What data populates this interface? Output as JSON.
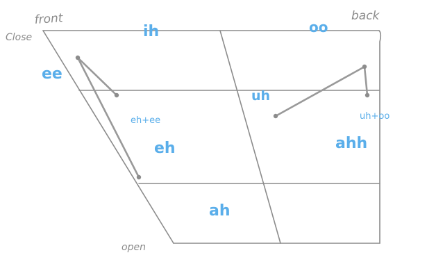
{
  "labels": {
    "front": "front",
    "back": "back",
    "close": "Close",
    "open": "open"
  },
  "vowels": {
    "ih": "ih",
    "oo": "oo",
    "ee": "ee",
    "uh": "uh",
    "eh_ee": "eh+ee",
    "uh_oo": "uh+oo",
    "eh": "eh",
    "ahh": "ahh",
    "ah": "ah"
  },
  "colors": {
    "vowel_text": "#5aaeea",
    "grid_line": "#8c8c8c",
    "annotation_text": "#8a8a8a"
  }
}
